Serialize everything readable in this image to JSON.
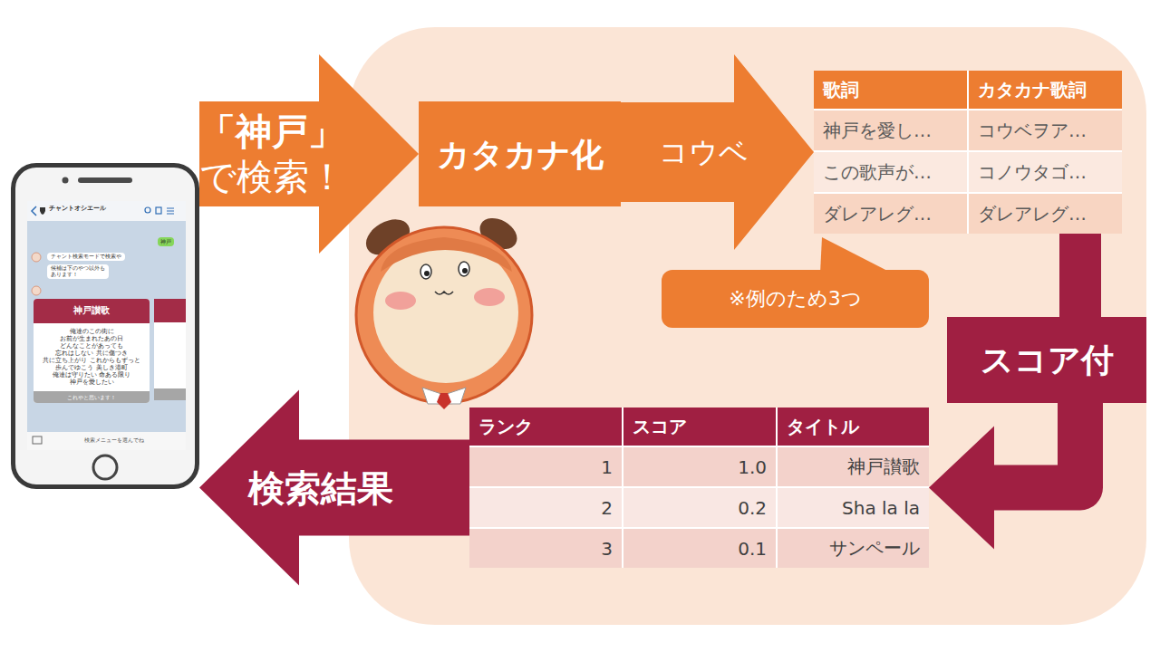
{
  "diagram": {
    "nodes": [
      {
        "text": [
          "チャントオシエール",
          "神戸",
          "チャント検索モードで検索や",
          "候補は下のやつ以外も あります！",
          "検索メニューを選んでね"
        ]
      },
      {
        "text": [
          "神戸讃歌",
          "俺達のこの街に お前が生まれたあの日 どんなことがあっても 忘れはしない 共に傷つき 共に立ち上がり これからもずっと 歩んでゆこう 美しき港町 俺達は守りたい 命ある限り 神戸を愛したい",
          "これやと思います！"
        ],
        "in": 0
      },
      {
        "text": [
          "カタカナ化"
        ]
      },
      {
        "text": [
          "歌詞",
          "カタカナ歌詞",
          "神戸を愛し…",
          "コウベヲア…",
          "この歌声が…",
          "コノウタゴ…",
          "ダレアレグ…",
          "ダレアレグ…"
        ]
      },
      {
        "text": [
          "※例のため3つ"
        ]
      },
      {
        "text": [
          "スコア付"
        ]
      },
      {
        "text": [
          "ランク",
          "スコア",
          "タイトル",
          "1",
          "1.0",
          "神戸讃歌",
          "2",
          "0.2",
          "Sha la la",
          "3",
          "0.1",
          "サンペール"
        ]
      }
    ],
    "edges": [
      {
        "from": 0,
        "to": 2,
        "label": "「神戸」 で検索！",
        "arrow": "to"
      },
      {
        "from": 2,
        "to": 3,
        "label": "コウベ",
        "arrow": "to"
      },
      {
        "from": 3,
        "to": 5,
        "arrow": "none"
      },
      {
        "from": 5,
        "to": 6,
        "arrow": "to"
      },
      {
        "from": 6,
        "to": 0,
        "label": "検索結果",
        "arrow": "to"
      }
    ]
  }
}
